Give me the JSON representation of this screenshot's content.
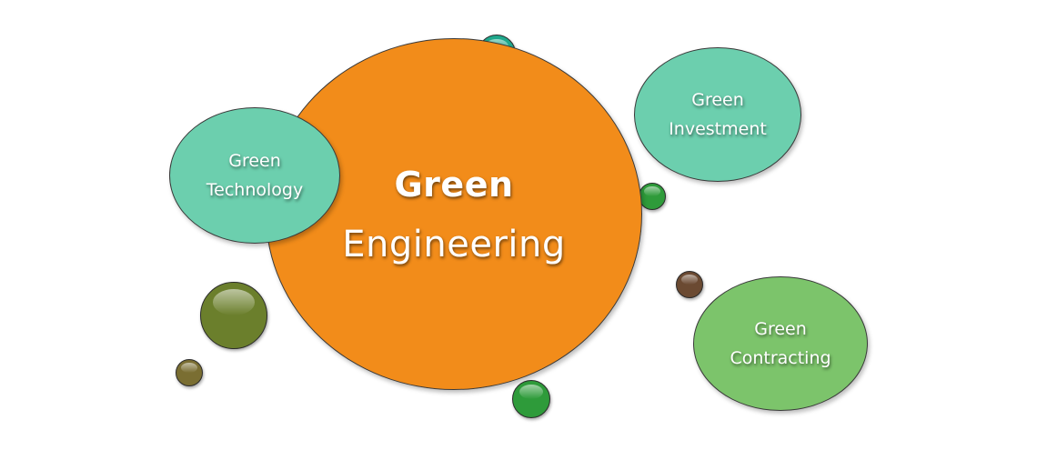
{
  "diagram": {
    "center": {
      "line1": "Green",
      "line2": "Engineering",
      "color": "#F28C1A"
    },
    "satellites": [
      {
        "line1": "Green",
        "line2": "Technology",
        "color": "#6CCFAE"
      },
      {
        "line1": "Green",
        "line2": "Investment",
        "color": "#6CCFAE"
      },
      {
        "line1": "Green",
        "line2": "Contracting",
        "color": "#7CC46B"
      }
    ],
    "decorative_dot_colors": {
      "teal": "#1FA88C",
      "green": "#2E9B3A",
      "olive": "#6B7F2C",
      "khaki": "#7A6E32",
      "brown": "#6B4A32"
    }
  }
}
